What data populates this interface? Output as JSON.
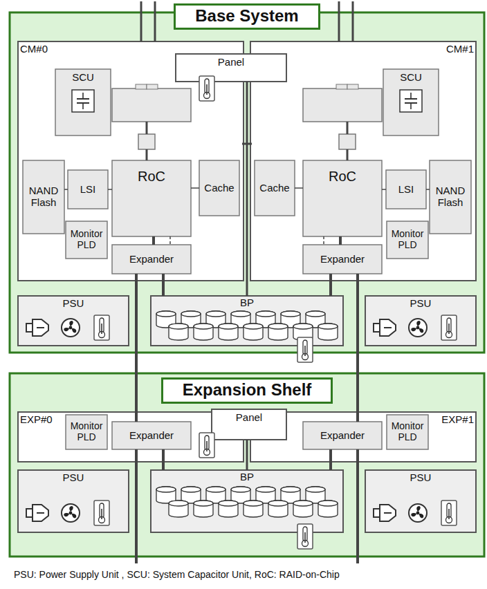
{
  "diagram": {
    "caption": "PSU: Power Supply Unit , SCU: System Capacitor Unit, RoC: RAID-on-Chip",
    "nodes": [
      {
        "text": [
          "Base System"
        ]
      },
      {
        "text": [
          "CM#0"
        ],
        "in": 0
      },
      {
        "text": [
          "SCU"
        ],
        "in": 1
      },
      {
        "text": [
          "NAND Flash"
        ],
        "in": 1
      },
      {
        "text": [
          "LSI"
        ],
        "in": 1
      },
      {
        "text": [
          "RoC"
        ],
        "in": 1
      },
      {
        "text": [
          "Cache"
        ],
        "in": 1
      },
      {
        "text": [
          "Monitor PLD"
        ],
        "in": 1
      },
      {
        "text": [
          "Expander"
        ],
        "in": 1
      },
      {
        "text": [
          "Panel"
        ],
        "in": 0
      },
      {
        "text": [
          "CM#1"
        ],
        "in": 0
      },
      {
        "text": [
          "Cache"
        ],
        "in": 10
      },
      {
        "text": [
          "RoC"
        ],
        "in": 10
      },
      {
        "text": [
          "LSI"
        ],
        "in": 10
      },
      {
        "text": [
          "NAND Flash"
        ],
        "in": 10
      },
      {
        "text": [
          "SCU"
        ],
        "in": 10
      },
      {
        "text": [
          "Monitor PLD"
        ],
        "in": 10
      },
      {
        "text": [
          "Expander"
        ],
        "in": 10
      },
      {
        "text": [
          "PSU"
        ],
        "in": 0
      },
      {
        "text": [
          "BP"
        ],
        "in": 0
      },
      {
        "text": [
          "PSU"
        ],
        "in": 0
      },
      {
        "text": [
          "Expansion Shelf"
        ]
      },
      {
        "text": [
          "EXP#0"
        ],
        "in": 21
      },
      {
        "text": [
          "Monitor PLD"
        ],
        "in": 22
      },
      {
        "text": [
          "Expander"
        ],
        "in": 22
      },
      {
        "text": [
          "Panel"
        ],
        "in": 21
      },
      {
        "text": [
          "EXP#1"
        ],
        "in": 21
      },
      {
        "text": [
          "Expander"
        ],
        "in": 26
      },
      {
        "text": [
          "Monitor PLD"
        ],
        "in": 26
      },
      {
        "text": [
          "PSU"
        ],
        "in": 21
      },
      {
        "text": [
          "BP"
        ],
        "in": 21
      },
      {
        "text": [
          "PSU"
        ],
        "in": 21
      }
    ],
    "edges": [
      {
        "from": 4,
        "to": 3,
        "arrow": "none"
      },
      {
        "from": 5,
        "to": 4,
        "arrow": "none"
      },
      {
        "from": 5,
        "to": 6,
        "arrow": "none"
      },
      {
        "from": 5,
        "to": 8,
        "arrow": "none"
      },
      {
        "from": 8,
        "to": 19,
        "arrow": "none"
      },
      {
        "from": 13,
        "to": 14,
        "arrow": "none"
      },
      {
        "from": 12,
        "to": 13,
        "arrow": "none"
      },
      {
        "from": 12,
        "to": 11,
        "arrow": "none"
      },
      {
        "from": 12,
        "to": 17,
        "arrow": "none"
      },
      {
        "from": 17,
        "to": 19,
        "arrow": "none"
      },
      {
        "from": 8,
        "to": 24,
        "arrow": "none"
      },
      {
        "from": 17,
        "to": 27,
        "arrow": "none"
      },
      {
        "from": 24,
        "to": 30,
        "arrow": "none"
      },
      {
        "from": 27,
        "to": 30,
        "arrow": "none"
      }
    ]
  }
}
